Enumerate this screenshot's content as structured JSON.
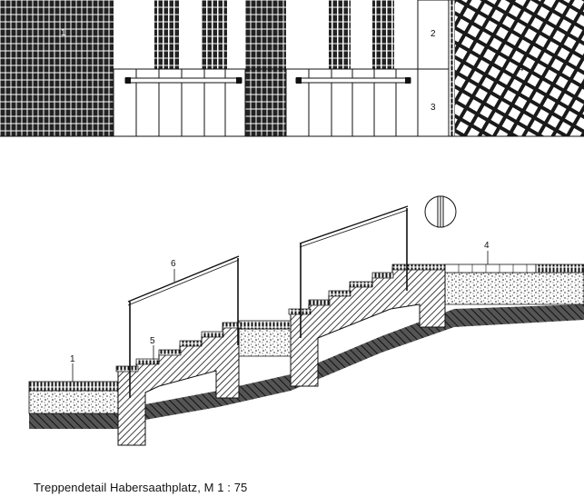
{
  "plan": {
    "label_1": "1",
    "label_2": "2",
    "label_3": "3",
    "label_4": "4"
  },
  "section": {
    "label_1": "1",
    "label_4": "4",
    "label_5": "5",
    "label_6": "6"
  },
  "caption": "Treppendetail Habersaathplatz, M 1 : 75"
}
